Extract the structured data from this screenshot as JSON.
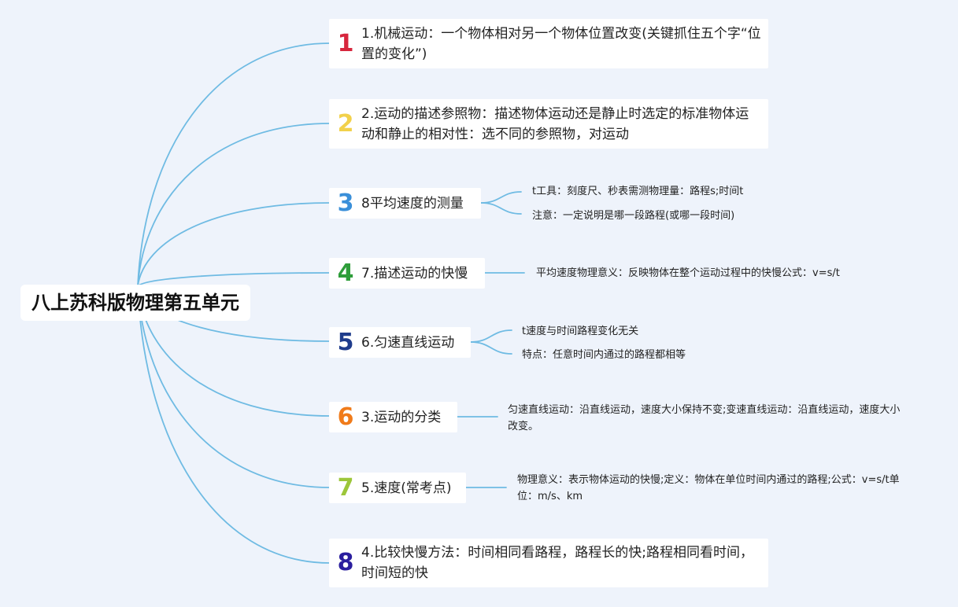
{
  "root": {
    "title": "八上苏科版物理第五单元"
  },
  "branches": [
    {
      "number": "1",
      "color": "#d7263d",
      "label": "1.机械运动：一个物体相对另一个物体位置改变(关键抓住五个字“位置的变化”)",
      "children": []
    },
    {
      "number": "2",
      "color": "#f2d14b",
      "label": "2.运动的描述参照物：描述物体运动还是静止时选定的标准物体运动和静止的相对性：选不同的参照物，对运动",
      "children": []
    },
    {
      "number": "3",
      "color": "#3a8fd9",
      "label": "8平均速度的测量",
      "children": [
        "t工具：刻度尺、秒表需测物理量：路程s;时间t",
        "注意：一定说明是哪一段路程(或哪一段时间)"
      ]
    },
    {
      "number": "4",
      "color": "#2e9d3a",
      "label": "7.描述运动的快慢",
      "children": [
        "平均速度物理意义：反映物体在整个运动过程中的快慢公式：v=s/t"
      ]
    },
    {
      "number": "5",
      "color": "#1f3c8c",
      "label": "6.匀速直线运动",
      "children": [
        "t速度与时间路程变化无关",
        "特点：任意时间内通过的路程都相等"
      ]
    },
    {
      "number": "6",
      "color": "#f07b1a",
      "label": "3.运动的分类",
      "children": [
        "匀速直线运动：沿直线运动，速度大小保持不变;变速直线运动：沿直线运动，速度大小改变。"
      ]
    },
    {
      "number": "7",
      "color": "#9cc63a",
      "label": "5.速度(常考点)",
      "children": [
        "物理意义：表示物体运动的快慢;定义：物体在单位时间内通过的路程;公式：v=s/t单位：m/s、km"
      ]
    },
    {
      "number": "8",
      "color": "#2a1e9e",
      "label": "4.比较快慢方法：时间相同看路程，路程长的快;路程相同看时间，时间短的快",
      "children": []
    }
  ],
  "colors": {
    "line": "#6fbbe3",
    "background": "#eef3fb",
    "node_fill": "#ffffff"
  }
}
